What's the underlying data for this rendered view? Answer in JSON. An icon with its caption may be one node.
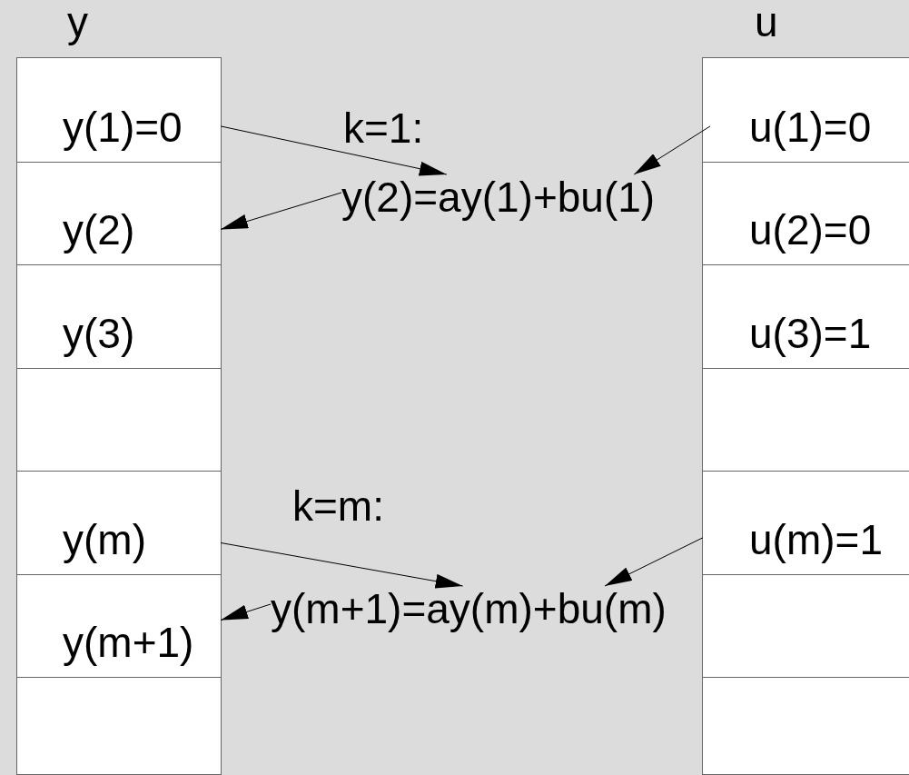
{
  "diagram": {
    "nodes": [
      {
        "text": [
          "y"
        ]
      },
      {
        "text": [
          "y(1)=0"
        ],
        "in": 0
      },
      {
        "text": [
          "y(2)"
        ],
        "in": 0
      },
      {
        "text": [
          "y(3)"
        ],
        "in": 0
      },
      {
        "text": [],
        "shape": "box",
        "in": 0
      },
      {
        "text": [
          "y(m)"
        ],
        "in": 0
      },
      {
        "text": [
          "y(m+1)"
        ],
        "in": 0
      },
      {
        "text": [],
        "shape": "box",
        "in": 0
      },
      {
        "text": [
          "u"
        ]
      },
      {
        "text": [
          "u(1)=0"
        ],
        "in": 8
      },
      {
        "text": [
          "u(2)=0"
        ],
        "in": 8
      },
      {
        "text": [
          "u(3)=1"
        ],
        "in": 8
      },
      {
        "text": [],
        "shape": "box",
        "in": 8
      },
      {
        "text": [
          "u(m)=1"
        ],
        "in": 8
      },
      {
        "text": [],
        "shape": "box",
        "in": 8
      },
      {
        "text": [],
        "shape": "box",
        "in": 8
      },
      {
        "text": [
          "y(2)=ay(1)+bu(1)"
        ],
        "beside": [
          "k=1:"
        ]
      },
      {
        "text": [
          "y(m+1)=ay(m)+bu(m)"
        ],
        "beside": [
          "k=m:"
        ]
      }
    ],
    "edges": [
      {
        "from": 1,
        "to": 16,
        "arrow": "to"
      },
      {
        "from": 9,
        "to": 16,
        "arrow": "to"
      },
      {
        "from": 16,
        "to": 2,
        "arrow": "to"
      },
      {
        "from": 5,
        "to": 17,
        "arrow": "to"
      },
      {
        "from": 13,
        "to": 17,
        "arrow": "to"
      },
      {
        "from": 17,
        "to": 6,
        "arrow": "to"
      }
    ]
  }
}
